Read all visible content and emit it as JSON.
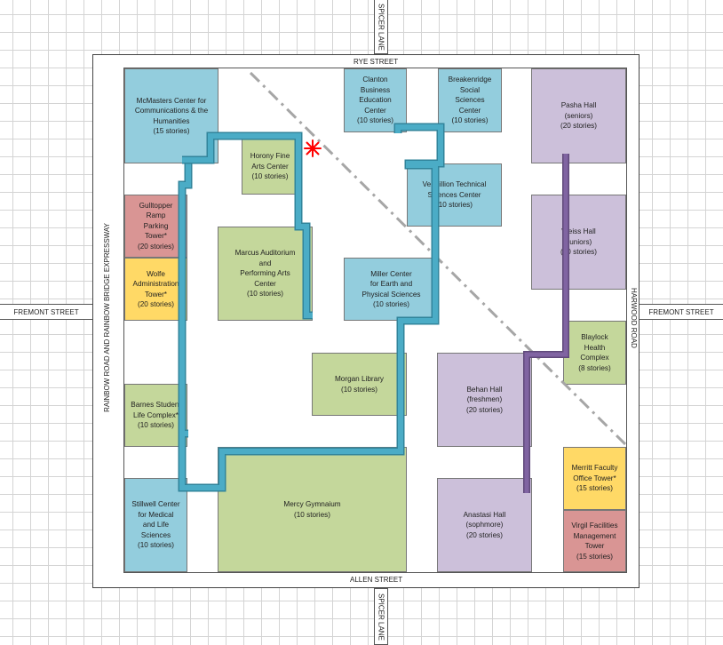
{
  "streets": {
    "rye": "RYE STREET",
    "allen": "ALLEN STREET",
    "spicer_top": "SPICER LANE",
    "spicer_bottom": "SPICER LANE",
    "rainbow": "RAINBOW ROAD AND RAINBOW BRIDGE EXPRESSWAY",
    "harwood": "HARWOOD ROAD",
    "fremont_left": "FREMONT STREET",
    "fremont_right": "FREMONT STREET"
  },
  "buildings": {
    "mcmasters": "McMasters Center for\nCommunications & the\nHumanities\n(15 stories)",
    "clanton": "Clanton\nBusiness\nEducation\nCenter\n(10 stories)",
    "breakenridge": "Breakenridge\nSocial\nSciences\nCenter\n(10 stories)",
    "pasha": "Pasha Hall\n(seniors)\n(20 stories)",
    "horony": "Horony Fine\nArts Center\n(10 stories)",
    "vermillion": "Vermillion Technical\nSciences Center\n(10 stories)",
    "gulltopper": "Gulltopper\nRamp\nParking\nTower*\n(20 stories)",
    "weiss": "Weiss Hall\n(juniors)\n(20 stories)",
    "marcus": "Marcus Auditorium\nand\nPerforming Arts\nCenter\n(10 stories)",
    "miller": "Miller Center\nfor Earth and\nPhysical Sciences\n(10 stories)",
    "wolfe": "Wolfe\nAdministration\nTower*\n(20 stories)",
    "blaylock": "Blaylock\nHealth\nComplex\n(8 stories)",
    "morgan": "Morgan Library\n(10 stories)",
    "behan": "Behan Hall\n(freshmen)\n(20 stories)",
    "barnes": "Barnes Student\nLife Complex*\n(10 stories)",
    "merritt": "Merritt Faculty\nOffice Tower*\n(15 stories)",
    "stillwell": "Stillwell Center\nfor Medical\nand Life\nSciences\n(10 stories)",
    "mercy": "Mercy Gymnaium\n(10 stories)",
    "anastasi": "Anastasi Hall\n(sophmore)\n(20 stories)",
    "virgil": "Virgil Facilities\nManagement\nTower\n(15 stories)"
  },
  "colors": {
    "academic": "#93cddd",
    "arts_library_gym": "#c4d79b",
    "residence": "#ccc0da",
    "parking_facilities": "#d99594",
    "admin_faculty": "#ffd966",
    "skywalk_blue": "#4bacc6",
    "skywalk_purple": "#8064a2",
    "marker": "#ff0000"
  },
  "icons": {
    "marker": "red-star-icon"
  }
}
